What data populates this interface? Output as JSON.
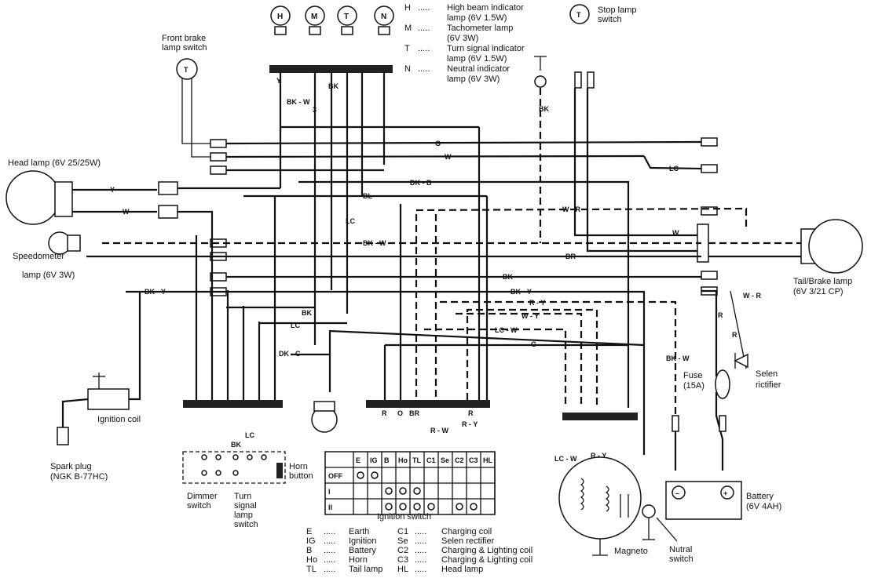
{
  "legend": {
    "lamps": [
      {
        "key": "H",
        "line1": "High beam indicator",
        "line2": "lamp (6V 1.5W)"
      },
      {
        "key": "M",
        "line1": "Tachometer lamp",
        "line2": "(6V 3W)"
      },
      {
        "key": "T",
        "line1": "Turn signal indicator",
        "line2": "lamp (6V 1.5W)"
      },
      {
        "key": "N",
        "line1": "Neutral indicator",
        "line2": "lamp (6V 3W)"
      }
    ],
    "codes": [
      {
        "key": "E",
        "name": "Earth"
      },
      {
        "key": "IG",
        "name": "Ignition"
      },
      {
        "key": "B",
        "name": "Battery"
      },
      {
        "key": "Ho",
        "name": "Horn"
      },
      {
        "key": "TL",
        "name": "Tail lamp"
      }
    ],
    "codes2": [
      {
        "key": "C1",
        "name": "Charging coil"
      },
      {
        "key": "Se",
        "name": "Selen rectifier"
      },
      {
        "key": "C2",
        "name": "Charging & Lighting coil"
      },
      {
        "key": "C3",
        "name": "Charging & Lighting coil"
      },
      {
        "key": "HL",
        "name": "Head lamp"
      }
    ]
  },
  "components": {
    "front_brake_1": "Front brake",
    "front_brake_2": "lamp switch",
    "stop_lamp_1": "Stop lamp",
    "stop_lamp_2": "switch",
    "head_lamp": "Head lamp (6V 25/25W)",
    "speedo_1": "Speedometer",
    "speedo_2": "lamp (6V 3W)",
    "ignition_coil": "Ignition coil",
    "spark_1": "Spark plug",
    "spark_2": "(NGK B-77HC)",
    "dimmer_1": "Dimmer",
    "dimmer_2": "switch",
    "turn_1": "Turn",
    "turn_2": "signal",
    "turn_3": "lamp",
    "turn_4": "switch",
    "horn_1": "Horn",
    "horn_2": "button",
    "ign_switch": "Ignition switch",
    "tail_1": "Tail/Brake lamp",
    "tail_2": "(6V 3/21 CP)",
    "fuse_1": "Fuse",
    "fuse_2": "(15A)",
    "selen_1": "Selen",
    "selen_2": "rictifier",
    "battery_1": "Battery",
    "battery_2": "(6V 4AH)",
    "magneto": "Magneto",
    "neutral_1": "Nutral",
    "neutral_2": "switch"
  },
  "lamp_letters": [
    "H",
    "M",
    "T",
    "N"
  ],
  "switch_table": {
    "headers": [
      "E",
      "IG",
      "B",
      "Ho",
      "TL",
      "C1",
      "Se",
      "C2",
      "C3",
      "HL"
    ],
    "rows": [
      "OFF",
      "I",
      "II"
    ]
  },
  "wire_codes": {
    "Y": "Y",
    "BKW": "BK - W",
    "BK": "BK",
    "G": "G",
    "W": "W",
    "LC": "LC",
    "DKB": "DK - B",
    "BL": "BL",
    "WR": "W - R",
    "BR": "BR",
    "BKY": "BK - Y",
    "RY": "R - Y",
    "WY": "W - Y",
    "LCW": "LC - W",
    "DKC": "DK - C",
    "R": "R",
    "O": "O",
    "RW": "R - W"
  }
}
